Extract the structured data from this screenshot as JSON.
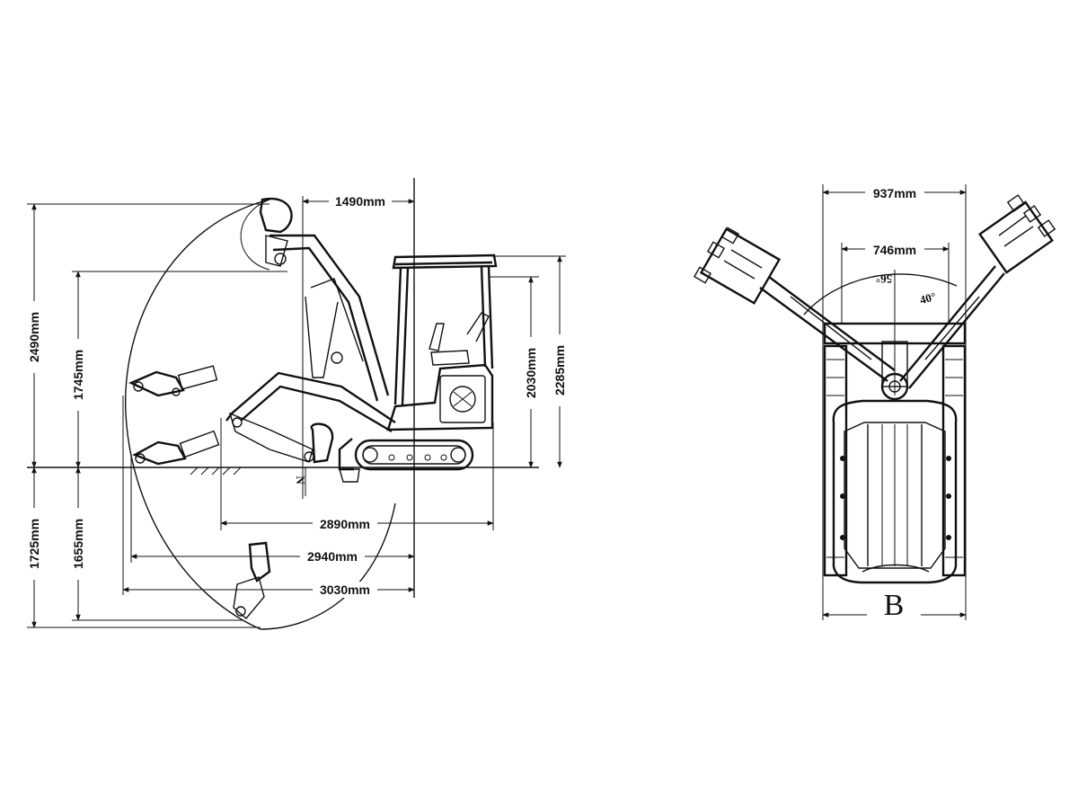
{
  "side_view": {
    "dimensions": {
      "top_width": "1490mm",
      "total_height": "2490mm",
      "dig_height": "1745mm",
      "cab_height": "2030mm",
      "overall_height": "2285mm",
      "track_length": "2890mm",
      "reach_ground": "2940mm",
      "max_reach": "3030mm",
      "dig_depth": "1725mm",
      "vertical_dig_depth": "1655mm",
      "depth_marker": "N"
    }
  },
  "top_view": {
    "dimensions": {
      "overall_width": "937mm",
      "inner_width": "746mm",
      "left_swing_angle": "56°",
      "right_swing_angle": "40°",
      "bottom_marker": "B"
    }
  }
}
